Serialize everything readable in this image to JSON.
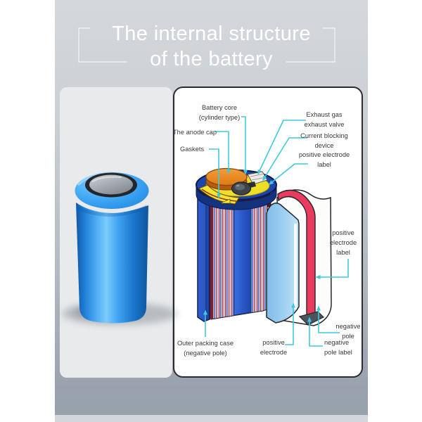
{
  "header": {
    "title_line1": "The internal structure",
    "title_line2": "of the battery"
  },
  "diagram": {
    "labels": {
      "battery_core": {
        "line1": "Battery core",
        "line2": "(cylinder type)"
      },
      "anode_cap": {
        "line1": "The anode cap"
      },
      "gaskets": {
        "line1": "Gaskets"
      },
      "exhaust_valve": {
        "line1": "Exhaust gas",
        "line2": "exhaust valve"
      },
      "current_blocking": {
        "line1": "Current blocking",
        "line2": "device"
      },
      "positive_electrode_label_top": {
        "line1": "positive electrode",
        "line2": "label"
      },
      "positive_electrode_label_side": {
        "line1": "positive",
        "line2": "electrode",
        "line3": "label"
      },
      "outer_packing_case": {
        "line1": "Outer packing case",
        "line2": "(negative pole)"
      },
      "positive_electrode": {
        "line1": "positive",
        "line2": "electrode"
      },
      "negative_pole": {
        "line1": "negative",
        "line2": "pole"
      },
      "negative_pole_label": {
        "line1": "negative",
        "line2": "pole label"
      }
    },
    "colors": {
      "leader_line": "#3fc9de",
      "panel_border": "#2a2a31",
      "case_navy": "#1c45ae",
      "anode_cap_orange": "#ef8c28",
      "gasket_yellow": "#f0e02a",
      "separator_light_blue": "#9dcdf0",
      "positive_electrode_red": "#e83b5e",
      "negative_tab_gray": "#4d545b",
      "battery_body_blue": "#2e9df3"
    }
  }
}
